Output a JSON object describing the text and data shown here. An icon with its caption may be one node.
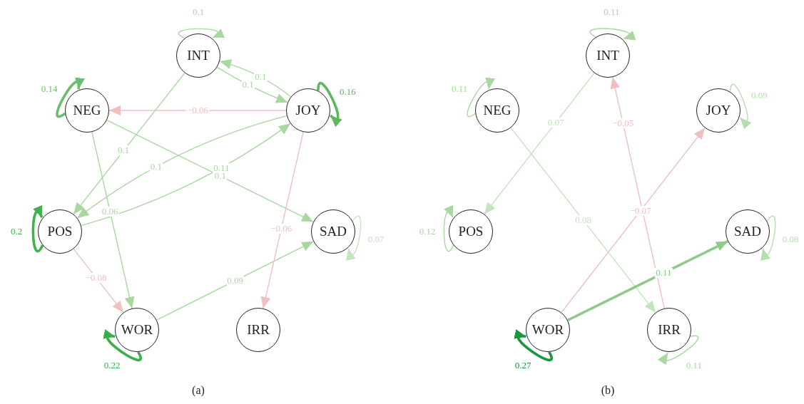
{
  "diagram": {
    "nodes": [
      {
        "text": [
          "INT"
        ]
      },
      {
        "text": [
          "NEG"
        ]
      },
      {
        "text": [
          "JOY"
        ]
      },
      {
        "text": [
          "POS"
        ]
      },
      {
        "text": [
          "SAD"
        ]
      },
      {
        "text": [
          "WOR"
        ]
      },
      {
        "text": [
          "IRR"
        ]
      },
      {
        "text": [
          "INT"
        ]
      },
      {
        "text": [
          "NEG"
        ]
      },
      {
        "text": [
          "JOY"
        ]
      },
      {
        "text": [
          "POS"
        ]
      },
      {
        "text": [
          "SAD"
        ]
      },
      {
        "text": [
          "WOR"
        ]
      },
      {
        "text": [
          "IRR"
        ]
      }
    ],
    "edges": [
      {
        "from": 0,
        "to": 0,
        "arrow": "to",
        "label": "0.1"
      },
      {
        "from": 1,
        "to": 1,
        "arrow": "to",
        "label": "0.14",
        "style": "thick",
        "color": "#6cbf6a"
      },
      {
        "from": 2,
        "to": 2,
        "arrow": "to",
        "label": "0.16",
        "style": "thick",
        "color": "#5db75c"
      },
      {
        "from": 3,
        "to": 3,
        "arrow": "to",
        "label": "0.2",
        "style": "thick",
        "color": "#3cb44b"
      },
      {
        "from": 4,
        "to": 4,
        "arrow": "to",
        "label": "0.07",
        "color": "#c3e5bd"
      },
      {
        "from": 5,
        "to": 5,
        "arrow": "to",
        "label": "0.22",
        "style": "thick",
        "color": "#37b04a"
      },
      {
        "from": 2,
        "to": 0,
        "arrow": "to",
        "label": "0.1"
      },
      {
        "from": 0,
        "to": 2,
        "arrow": "to",
        "label": "0.1"
      },
      {
        "from": 2,
        "to": 1,
        "arrow": "to",
        "label": "−0.06",
        "color": "#f0c0c0"
      },
      {
        "from": 0,
        "to": 3,
        "arrow": "to",
        "label": "0.1"
      },
      {
        "from": 2,
        "to": 3,
        "arrow": "to",
        "label": "0.1"
      },
      {
        "from": 3,
        "to": 2,
        "arrow": "to",
        "label": "0.11"
      },
      {
        "from": 1,
        "to": 4,
        "arrow": "to",
        "label": "0.1"
      },
      {
        "from": 1,
        "to": 5,
        "arrow": "to",
        "label": "0.06"
      },
      {
        "from": 3,
        "to": 5,
        "arrow": "to",
        "label": "−0.08",
        "color": "#f0c0c0"
      },
      {
        "from": 5,
        "to": 4,
        "arrow": "to",
        "label": "0.09"
      },
      {
        "from": 2,
        "to": 6,
        "arrow": "to",
        "label": "−0.06",
        "color": "#f0c0c0"
      },
      {
        "from": 7,
        "to": 7,
        "arrow": "to",
        "label": "0.11"
      },
      {
        "from": 8,
        "to": 8,
        "arrow": "to",
        "label": "0.11"
      },
      {
        "from": 9,
        "to": 9,
        "arrow": "to",
        "label": "0.09",
        "color": "#b5deaf"
      },
      {
        "from": 10,
        "to": 10,
        "arrow": "to",
        "label": "0.12"
      },
      {
        "from": 11,
        "to": 11,
        "arrow": "to",
        "label": "0.08",
        "color": "#b5deaf"
      },
      {
        "from": 12,
        "to": 12,
        "arrow": "to",
        "label": "0.27",
        "style": "thick",
        "color": "#1a9641"
      },
      {
        "from": 13,
        "to": 13,
        "arrow": "to",
        "label": "0.11"
      },
      {
        "from": 7,
        "to": 10,
        "arrow": "to",
        "label": "0.07",
        "color": "#c3e5bd"
      },
      {
        "from": 8,
        "to": 13,
        "arrow": "to",
        "label": "0.08",
        "color": "#c3e5bd"
      },
      {
        "from": 13,
        "to": 7,
        "arrow": "to",
        "label": "−0.05",
        "color": "#f0c0c0"
      },
      {
        "from": 12,
        "to": 9,
        "arrow": "to",
        "label": "−0.07",
        "color": "#f0c0c0"
      },
      {
        "from": 12,
        "to": 11,
        "arrow": "to",
        "label": "0.11",
        "style": "thick",
        "color": "#8fcb88"
      }
    ],
    "labels": [
      "(a)",
      "(b)"
    ]
  }
}
